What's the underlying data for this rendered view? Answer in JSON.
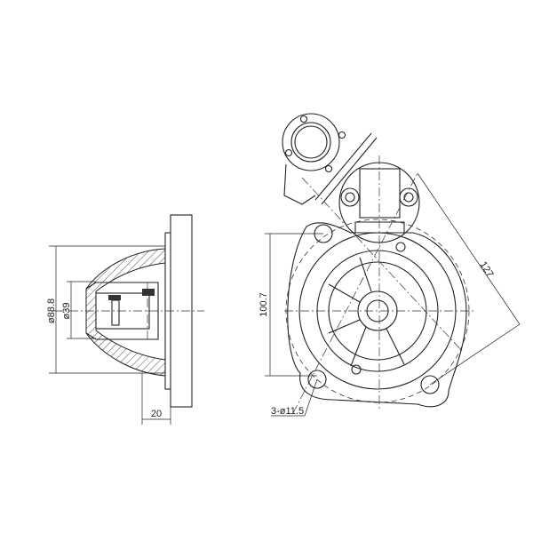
{
  "title": "Starter motor dimension drawing",
  "dimensions": {
    "outer_diameter": "ø88.8",
    "pilot_diameter": "ø39",
    "flange_offset": "20",
    "hole_spacing_vertical": "100.7",
    "hole_spacing_diagonal": "127",
    "mounting_holes": "3-ø11.5"
  }
}
